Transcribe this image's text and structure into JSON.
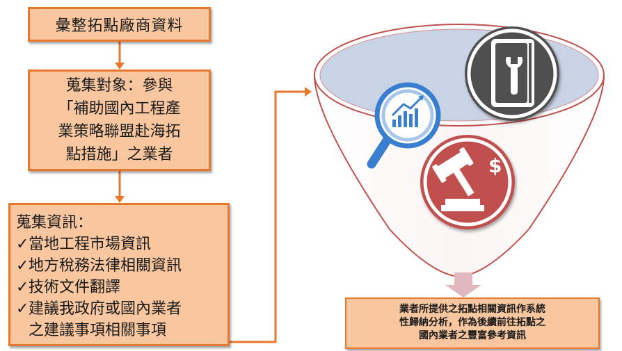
{
  "steps": {
    "step1": "彙整拓點廠商資料",
    "step2_lines": [
      "蒐集對象：參與",
      "「補助國內工程產",
      "業策略聯盟赴海拓",
      "點措施」之業者"
    ],
    "step3_heading": "蒐集資訊：",
    "step3_items": [
      "當地工程市場資訊",
      "地方稅務法律相關資訊",
      "技術文件翻譯",
      "建議我政府或國內業者"
    ],
    "step3_continuation": "之建議事項相關事項"
  },
  "check_glyph": "✓",
  "result_lines": [
    "業者所提供之拓點相關資訊作系統",
    "性歸納分析，作為後續前往拓點之",
    "國內業者之豐富參考資訊"
  ],
  "funnel_icons": [
    "search-chart-icon",
    "manual-wrench-icon",
    "gavel-dollar-icon"
  ],
  "dollar_symbol": "$",
  "colors": {
    "box_fill": "#f8c79f",
    "box_border": "#e8772e",
    "arrow": "#e8772e",
    "funnel_rim": "#c0504d",
    "funnel_top": "#c9d3e6",
    "icon_blue": "#3a7ed0",
    "icon_dark": "#505050",
    "icon_red": "#c0504d",
    "down_arrow": "#e0b9be"
  }
}
